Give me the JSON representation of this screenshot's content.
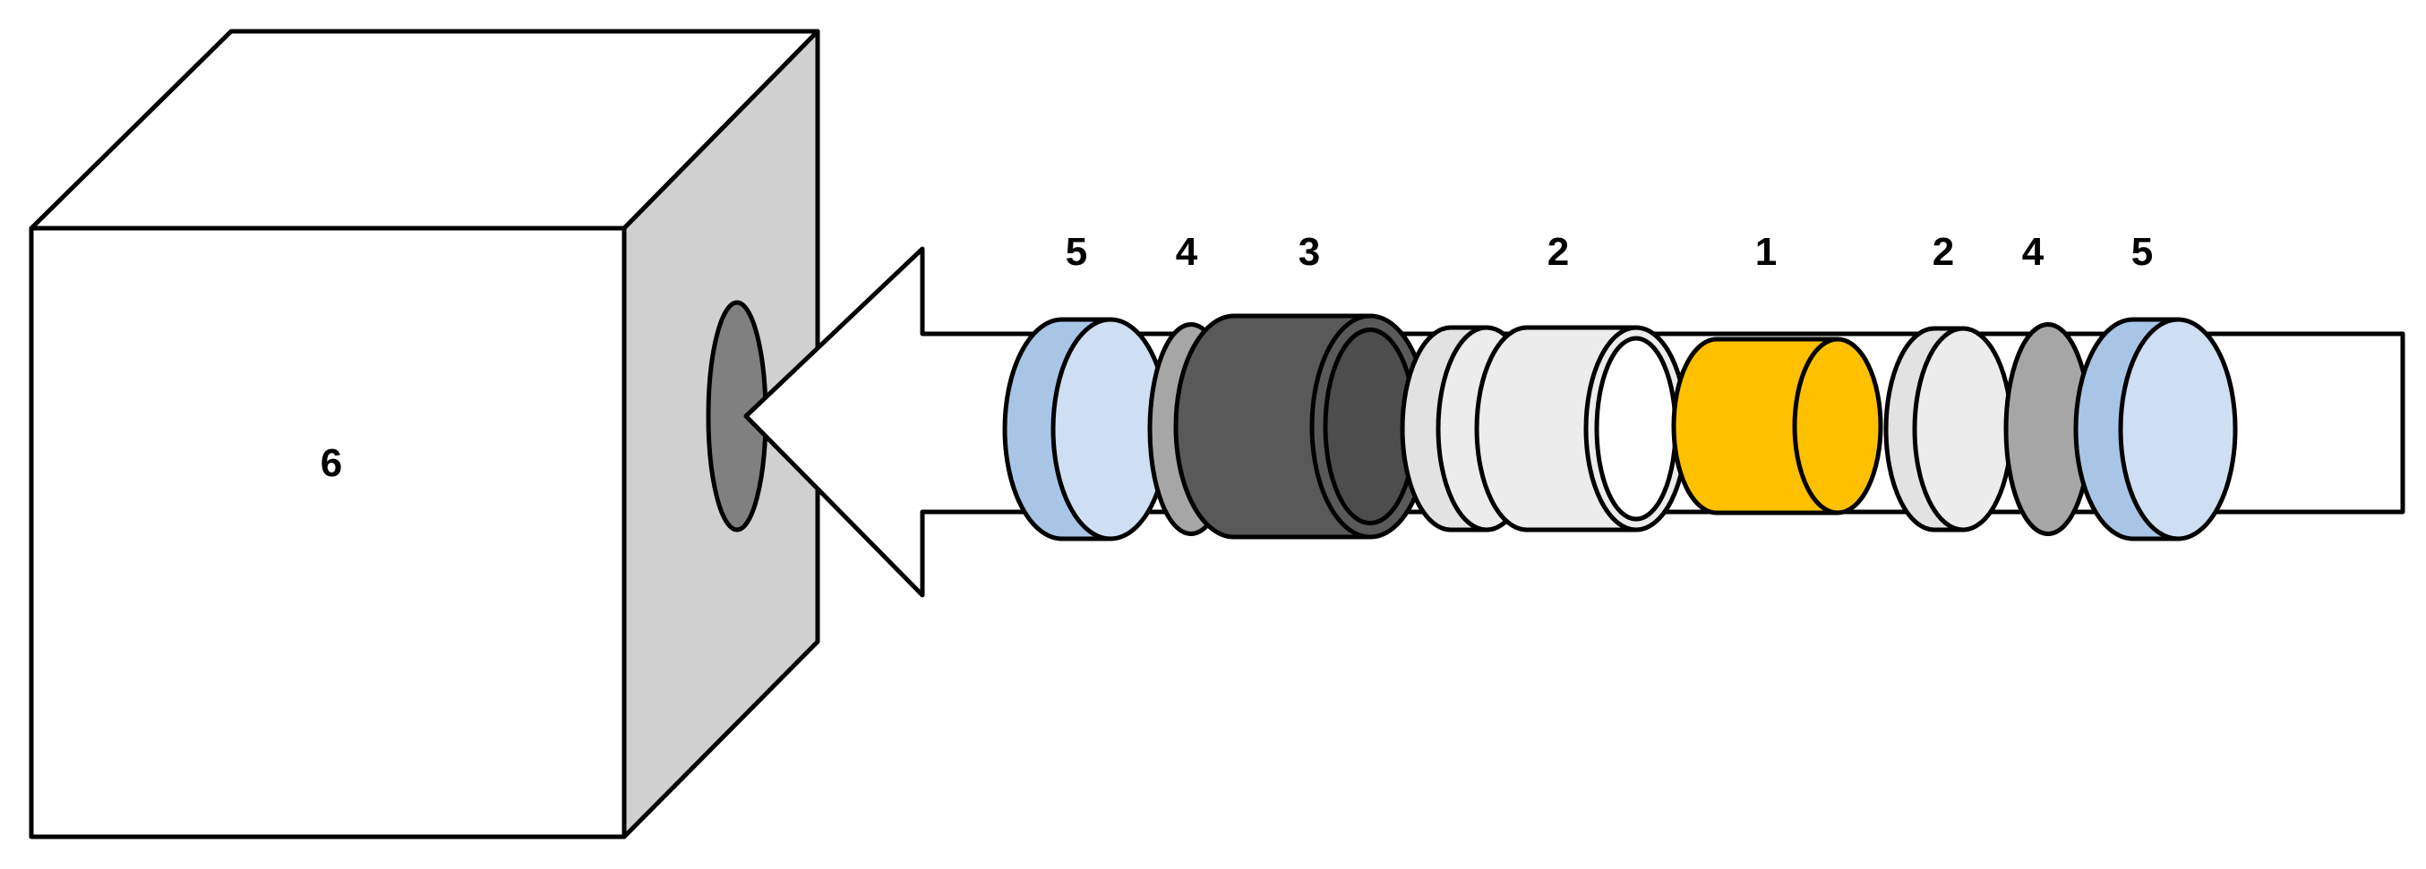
{
  "labels": {
    "box": "6",
    "pos1": "5",
    "pos2": "4",
    "pos3": "3",
    "pos4": "2",
    "pos5": "1",
    "pos6": "2",
    "pos7": "4",
    "pos8": "5"
  },
  "colors": {
    "light_blue_front": "#cfdff3",
    "light_blue_side": "#a9c5e6",
    "mid_gray": "#a6a6a6",
    "dark_gray": "#595959",
    "darker_gray": "#4d4d4d",
    "light_gray": "#ececec",
    "light_gray_side": "#e2e2e2",
    "yellow": "#ffc000",
    "box_side": "#d0d0d0",
    "hole": "#808080",
    "white": "#ffffff"
  }
}
